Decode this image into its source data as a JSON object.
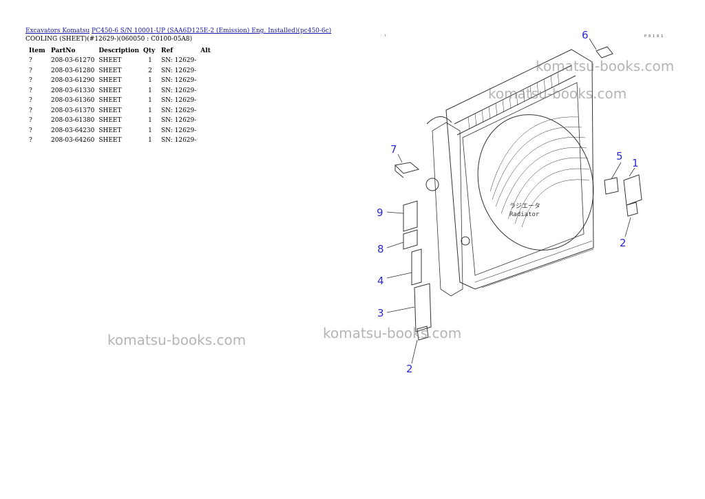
{
  "breadcrumb": {
    "link1": "Excavators Komatsu",
    "link2": "PC450-6 S/N 10001-UP (SAA6D125E-2 (Emission) Eng. Installed)(pc450-6c)"
  },
  "subtitle": "COOLING (SHEET)(#12629-)(060050 : C0100-05A8)",
  "table": {
    "headers": [
      "Item",
      "PartNo",
      "Description",
      "Qty",
      "Ref",
      "Alt"
    ],
    "rows": [
      {
        "item": "?",
        "part": "208-03-61270",
        "desc": "SHEET",
        "qty": "1",
        "ref": "SN: 12629-",
        "alt": ""
      },
      {
        "item": "?",
        "part": "208-03-61280",
        "desc": "SHEET",
        "qty": "2",
        "ref": "SN: 12629-",
        "alt": ""
      },
      {
        "item": "?",
        "part": "208-03-61290",
        "desc": "SHEET",
        "qty": "1",
        "ref": "SN: 12629-",
        "alt": ""
      },
      {
        "item": "?",
        "part": "208-03-61330",
        "desc": "SHEET",
        "qty": "1",
        "ref": "SN: 12629-",
        "alt": ""
      },
      {
        "item": "?",
        "part": "208-03-61360",
        "desc": "SHEET",
        "qty": "1",
        "ref": "SN: 12629-",
        "alt": ""
      },
      {
        "item": "?",
        "part": "208-03-61370",
        "desc": "SHEET",
        "qty": "1",
        "ref": "SN: 12629-",
        "alt": ""
      },
      {
        "item": "?",
        "part": "208-03-61380",
        "desc": "SHEET",
        "qty": "1",
        "ref": "SN: 12629-",
        "alt": ""
      },
      {
        "item": "?",
        "part": "208-03-64230",
        "desc": "SHEET",
        "qty": "1",
        "ref": "SN: 12629-",
        "alt": ""
      },
      {
        "item": "?",
        "part": "208-03-64260",
        "desc": "SHEET",
        "qty": "1",
        "ref": "SN: 12629-",
        "alt": ""
      }
    ]
  },
  "watermarks": [
    "komatsu-books.com",
    "komatsu-books.com",
    "komatsu-books.com",
    "komatsu-books.com"
  ],
  "diagram": {
    "corner_code": "P 0 1 8 1",
    "radiator_jp": "ラジエータ",
    "radiator_en": "Radiator",
    "callouts": [
      "1",
      "2",
      "2",
      "3",
      "4",
      "5",
      "6",
      "7",
      "8",
      "9"
    ]
  },
  "colors": {
    "link": "#1a1aa6",
    "callout": "#2a2acf",
    "watermark": "#787878"
  }
}
